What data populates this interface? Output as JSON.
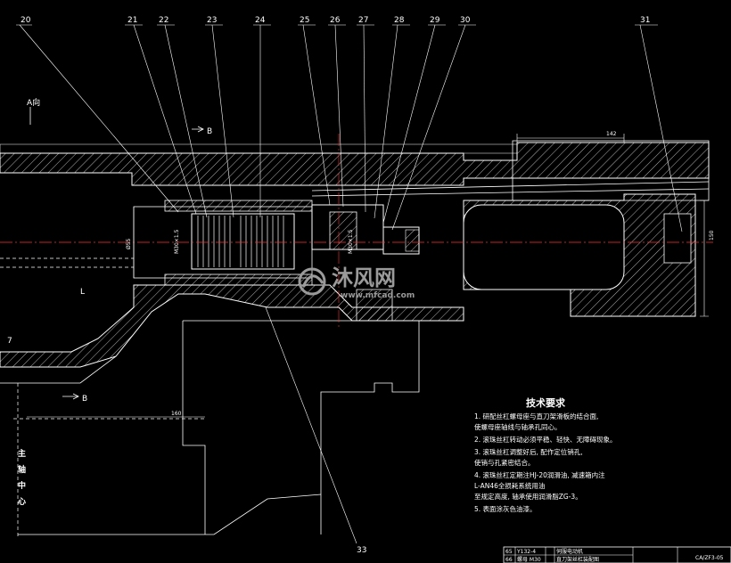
{
  "part_callouts": [
    "20",
    "21",
    "22",
    "23",
    "24",
    "25",
    "26",
    "27",
    "28",
    "29",
    "30",
    "31",
    "33"
  ],
  "view_labels": {
    "view_a": "A向",
    "section_b_top": "B",
    "section_b_bottom": "B",
    "mark_l": "L",
    "mark_7": "7"
  },
  "dimensions": {
    "dim_142": "142",
    "dim_160": "160",
    "dim_150": "150",
    "dim_left_dia": "Ø55",
    "dim_m_thread": "M30×1.5",
    "dim_center": "M30×1.5"
  },
  "spindle_center_label": [
    "主",
    "轴",
    "中",
    "心"
  ],
  "technical_requirements": {
    "title": "技术要求",
    "items": [
      "1. 研配丝杠螺母座与直刀架滑板的结合面,",
      "   使螺母座轴线与轴承孔同心。",
      "2. 滚珠丝杠转动必须平稳、轻快、无障碍现象。",
      "3. 滚珠丝杠调整好后, 配作定位销孔,",
      "   使销与孔紧密结合。",
      "4. 滚珠丝杠定期注HJ-20润滑油, 减速箱内注",
      "   L-AN46全损耗系统用油",
      "   至规定高度, 轴承使用润滑脂ZG-3。",
      "5. 表面涂灰色油漆。"
    ]
  },
  "title_block": {
    "row1": [
      "65",
      "Y132-4",
      "",
      "伺服电动机"
    ],
    "row2": [
      "66",
      "螺母 M30",
      "",
      "直刀架丝杠装配图"
    ],
    "drawing_no": "CA/ZF3-05"
  },
  "watermark": {
    "brand": "沐风网",
    "url": "www.mfcad.com"
  },
  "colors": {
    "background": "#000000",
    "lines": "#ffffff",
    "centerline": "#ff3030",
    "watermark": "#9a9a9a"
  }
}
